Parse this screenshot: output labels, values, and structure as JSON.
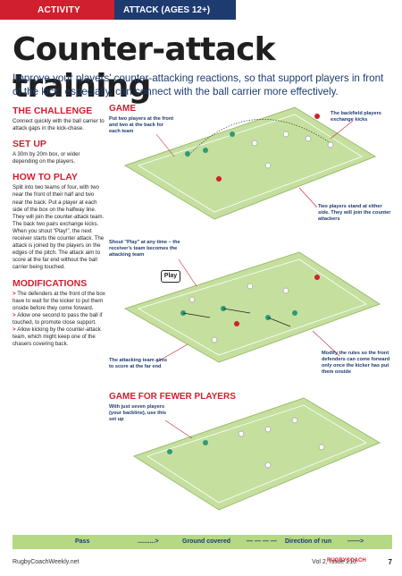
{
  "header": {
    "tag_activity": "ACTIVITY",
    "tag_attack": "ATTACK (AGES 12+)",
    "title": "Counter-attack training",
    "intro": "Improve your players' counter-attacking reactions, so that support players in front of the kick, especially, can connect with the ball carrier more effectively."
  },
  "sections": {
    "challenge": {
      "heading": "THE CHALLENGE",
      "body": "Connect quickly with the ball carrier to attack gaps in the kick-chase."
    },
    "setup": {
      "heading": "SET UP",
      "body": "A 30m by 20m box, or wider depending on the players."
    },
    "how": {
      "heading": "HOW TO PLAY",
      "body": "Split into two teams of four, with two near the front of their half and two near the back. Put a player at each side of the box on the halfway line. They will join the counter-attack team. The back two pairs exchange kicks. When you shout \"Play!\", the next receiver starts the counter attack. The attack is joined by the players on the edges of the pitch. The attack aim to score at the far end without the ball carrier being touched."
    },
    "mods": {
      "heading": "MODIFICATIONS",
      "items": [
        "The defenders at the front of the box have to wait for the kicker to put them onside before they come forward.",
        "Allow one second to pass the ball if touched, to promote close support.",
        "Allow kicking by the counter-attack team, which might keep one of the chasers covering back."
      ]
    }
  },
  "diagrams": {
    "game_heading": "GAME",
    "fewer_heading": "GAME FOR FEWER PLAYERS",
    "callouts": {
      "c1": "Put two players at the front and two at the back for each team",
      "c2": "The backfield players exchange kicks",
      "c3": "Two players stand at either side. They will join the counter attackers",
      "c4": "Shout \"Play\" at any time – the receiver's team becomes the attacking team",
      "c5": "The attacking team aims to score at the far end",
      "c6": "Modify the rules so the front defenders can come forward only once the kicker has put them onside",
      "c7": "With just seven players (your backline), use this set up"
    },
    "play_label": "Play"
  },
  "legend": {
    "pass": "Pass",
    "ground": "Ground covered",
    "direction": "Direction of run"
  },
  "footer": {
    "site": "RugbyCoachWeekly.net",
    "issue": "Vol 2, Issue 210",
    "brand": "RUGBYCOACH",
    "page": "7"
  },
  "colors": {
    "red": "#d01f2e",
    "navy": "#1d3b6f",
    "pitch": "#c5df9f",
    "pitch_line": "#9bbd6d"
  }
}
